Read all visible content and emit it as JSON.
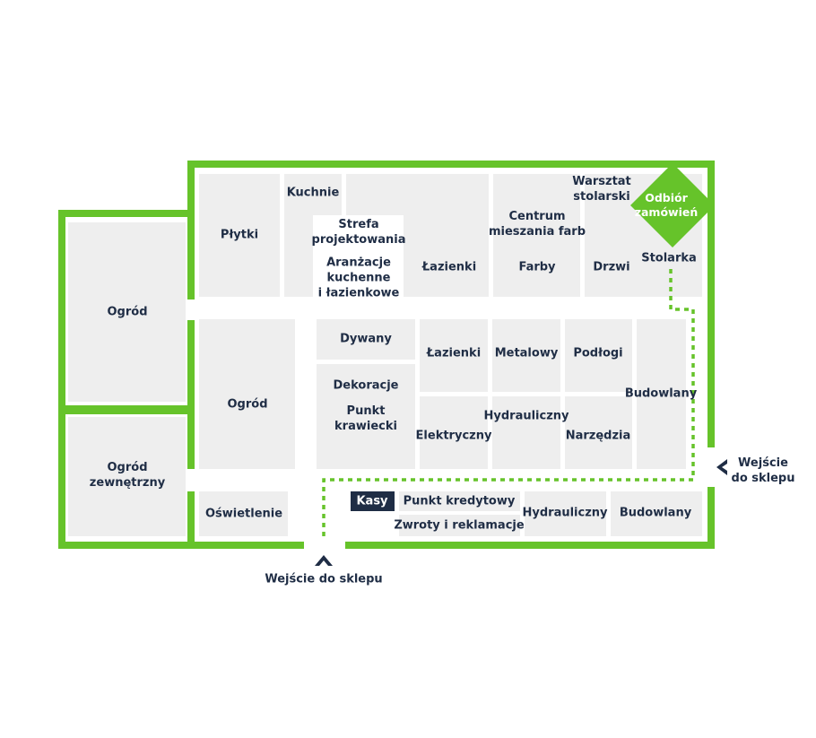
{
  "colors": {
    "wall": "#66c32a",
    "zone": "#eeeeee",
    "text": "#1f2d45",
    "kasy": "#1f2d45",
    "path": "#66c32a",
    "badge": "#66c32a"
  },
  "icons": {
    "entrance_bottom": "chevron-up-icon",
    "entrance_right": "chevron-left-icon"
  },
  "zones": {
    "plytki": "Płytki",
    "kuchnie": "Kuchnie",
    "strefa": "Strefa\nprojektowania",
    "aranzacje": "Aranżacje\nkuchenne\ni łazienkowe",
    "lazienki_top": "Łazienki",
    "centrum": "Centrum\nmieszania farb",
    "farby": "Farby",
    "warsztat": "Warsztat\nstolarski",
    "drzwi": "Drzwi",
    "stolarka": "Stolarka",
    "ogrod_left": "Ogród",
    "ogrod_zewnetrzny": "Ogród\nzewnętrzny",
    "ogrod_inner": "Ogród",
    "dywany": "Dywany",
    "dekoracje": "Dekoracje",
    "punkt_krawiecki": "Punkt\nkrawiecki",
    "lazienki_mid": "Łazienki",
    "metalowy": "Metalowy",
    "podlogi": "Podłogi",
    "budowlany_mid": "Budowlany",
    "hydrauliczny_mid": "Hydrauliczny",
    "elektryczny": "Elektryczny",
    "narzedzia": "Narzędzia",
    "oswietlenie": "Oświetlenie",
    "kasy": "Kasy",
    "punkt_kredytowy": "Punkt kredytowy",
    "zwroty": "Zwroty i reklamacje",
    "hydrauliczny_bottom": "Hydrauliczny",
    "budowlany_bottom": "Budowlany"
  },
  "badge": {
    "odbior": "Odbiór\nzamówień"
  },
  "entrances": {
    "bottom": "Wejście do sklepu",
    "right": "Wejście\ndo sklepu"
  }
}
